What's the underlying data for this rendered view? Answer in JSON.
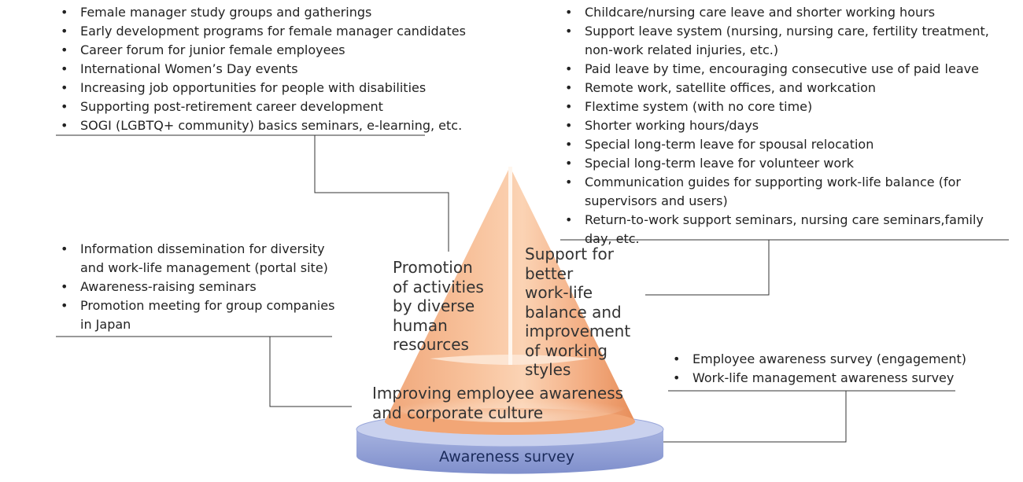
{
  "diversity_activities": [
    "Female manager study groups and gatherings",
    "Early development programs for female manager candidates",
    "Career forum for junior female employees",
    "International Women’s Day events",
    "Increasing job opportunities for people with disabilities",
    "Supporting post-retirement career development",
    "SOGI (LGBTQ+ community) basics seminars, e-learning, etc."
  ],
  "work_life_activities": [
    "Childcare/nursing care leave and shorter working hours",
    "Support leave system (nursing, nursing care, fertility treatment, non-work related injuries, etc.)",
    "Paid leave by time, encouraging consecutive use of paid leave",
    "Remote work, satellite offices, and workcation",
    "Flextime system (with no core time)",
    "Shorter working hours/days",
    "Special long-term leave for spousal relocation",
    "Special long-term leave for volunteer work",
    "Communication guides for supporting work-life balance (for supervisors and users)",
    "Return-to-work support seminars, nursing care seminars,family day, etc."
  ],
  "culture_activities": [
    "Information dissemination for diversity and work-life management (portal site)",
    "Awareness-raising seminars",
    "Promotion meeting for group companies in Japan"
  ],
  "survey_activities": [
    "Employee awareness survey (engagement)",
    "Work-life management awareness survey"
  ],
  "labels": {
    "left_segment": "Promotion of activities by diverse human resources",
    "right_segment": "Support for better work-life balance and improvement of working styles",
    "base_segment": "Improving employee awareness and corporate culture",
    "platform": "Awareness survey"
  },
  "colors": {
    "cone_light": "#fbe0c8",
    "cone_mid": "#f5b58a",
    "cone_dark": "#e98a52",
    "platform_top": "#c9d1ee",
    "platform_side": "#8f9fd6"
  }
}
